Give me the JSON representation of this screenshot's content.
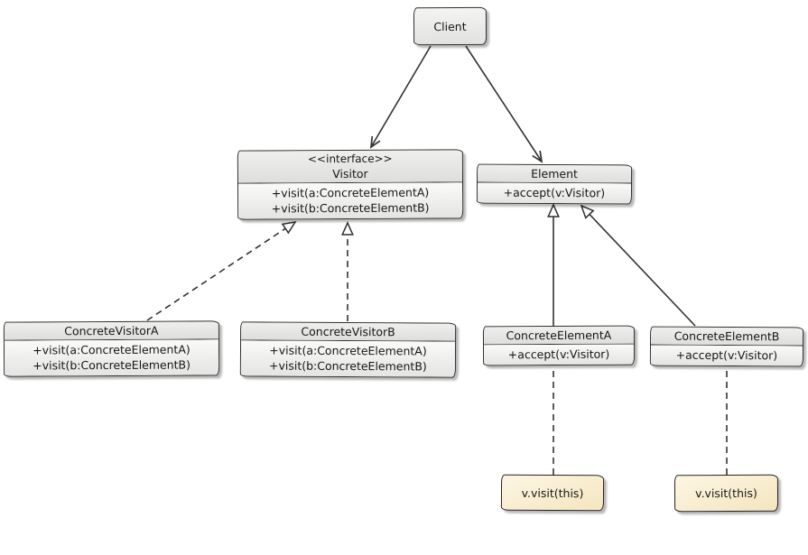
{
  "diagram": {
    "kind": "uml-class-diagram",
    "pattern": "Visitor",
    "classes": [
      {
        "id": "client",
        "stereotype": "",
        "name": "Client",
        "methods": []
      },
      {
        "id": "visitor",
        "stereotype": "<<interface>>",
        "name": "Visitor",
        "methods": [
          "+visit(a:ConcreteElementA)",
          "+visit(b:ConcreteElementB)"
        ]
      },
      {
        "id": "element",
        "stereotype": "",
        "name": "Element",
        "methods": [
          "+accept(v:Visitor)"
        ]
      },
      {
        "id": "concrete-visitor-a",
        "stereotype": "",
        "name": "ConcreteVisitorA",
        "methods": [
          "+visit(a:ConcreteElementA)",
          "+visit(b:ConcreteElementB)"
        ]
      },
      {
        "id": "concrete-visitor-b",
        "stereotype": "",
        "name": "ConcreteVisitorB",
        "methods": [
          "+visit(a:ConcreteElementA)",
          "+visit(b:ConcreteElementB)"
        ]
      },
      {
        "id": "concrete-element-a",
        "stereotype": "",
        "name": "ConcreteElementA",
        "methods": [
          "+accept(v:Visitor)"
        ]
      },
      {
        "id": "concrete-element-b",
        "stereotype": "",
        "name": "ConcreteElementB",
        "methods": [
          "+accept(v:Visitor)"
        ]
      }
    ],
    "notes": [
      {
        "id": "note-a",
        "text": "v.visit(this)",
        "attached_to": "ConcreteElementA"
      },
      {
        "id": "note-b",
        "text": "v.visit(this)",
        "attached_to": "ConcreteElementB"
      }
    ],
    "relationships": [
      {
        "from": "Client",
        "to": "Visitor",
        "type": "dependency",
        "style": "solid-open-arrow"
      },
      {
        "from": "Client",
        "to": "Element",
        "type": "dependency",
        "style": "solid-open-arrow"
      },
      {
        "from": "ConcreteVisitorA",
        "to": "Visitor",
        "type": "realization",
        "style": "dashed-hollow-triangle"
      },
      {
        "from": "ConcreteVisitorB",
        "to": "Visitor",
        "type": "realization",
        "style": "dashed-hollow-triangle"
      },
      {
        "from": "ConcreteElementA",
        "to": "Element",
        "type": "generalization",
        "style": "solid-hollow-triangle"
      },
      {
        "from": "ConcreteElementB",
        "to": "Element",
        "type": "generalization",
        "style": "solid-hollow-triangle"
      },
      {
        "from": "note-a",
        "to": "ConcreteElementA",
        "type": "note-anchor",
        "style": "dashed-no-arrow"
      },
      {
        "from": "note-b",
        "to": "ConcreteElementB",
        "type": "note-anchor",
        "style": "dashed-no-arrow"
      }
    ],
    "colors": {
      "background": "#ffffff",
      "box_border": "#2e2e2e",
      "class_header_fill": "#e6e6e4",
      "class_body_fill": "#f2f2f0",
      "note_fill_top": "#fdf6e3",
      "note_fill_bottom": "#f5e5c0",
      "connector": "#333333"
    }
  }
}
